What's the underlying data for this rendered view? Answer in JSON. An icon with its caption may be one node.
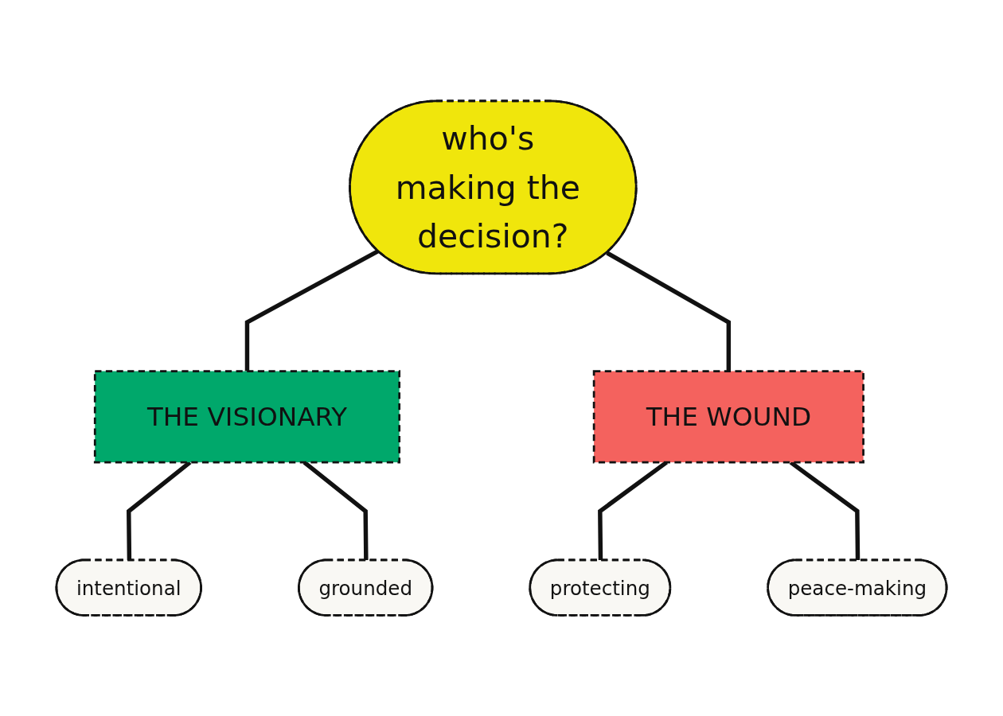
{
  "diagram": {
    "nodes": [
      {
        "text": [
          "who's making the decision?"
        ]
      },
      {
        "text": [
          "THE VISIONARY"
        ]
      },
      {
        "text": [
          "THE WOUND"
        ]
      },
      {
        "text": [
          "intentional"
        ]
      },
      {
        "text": [
          "grounded"
        ]
      },
      {
        "text": [
          "protecting"
        ]
      },
      {
        "text": [
          "peace-making"
        ]
      }
    ],
    "edges": [
      {
        "from": 0,
        "to": 1,
        "arrow": "none"
      },
      {
        "from": 0,
        "to": 2,
        "arrow": "none"
      },
      {
        "from": 1,
        "to": 3,
        "arrow": "none"
      },
      {
        "from": 1,
        "to": 4,
        "arrow": "none"
      },
      {
        "from": 2,
        "to": 5,
        "arrow": "none"
      },
      {
        "from": 2,
        "to": 6,
        "arrow": "none"
      }
    ]
  }
}
